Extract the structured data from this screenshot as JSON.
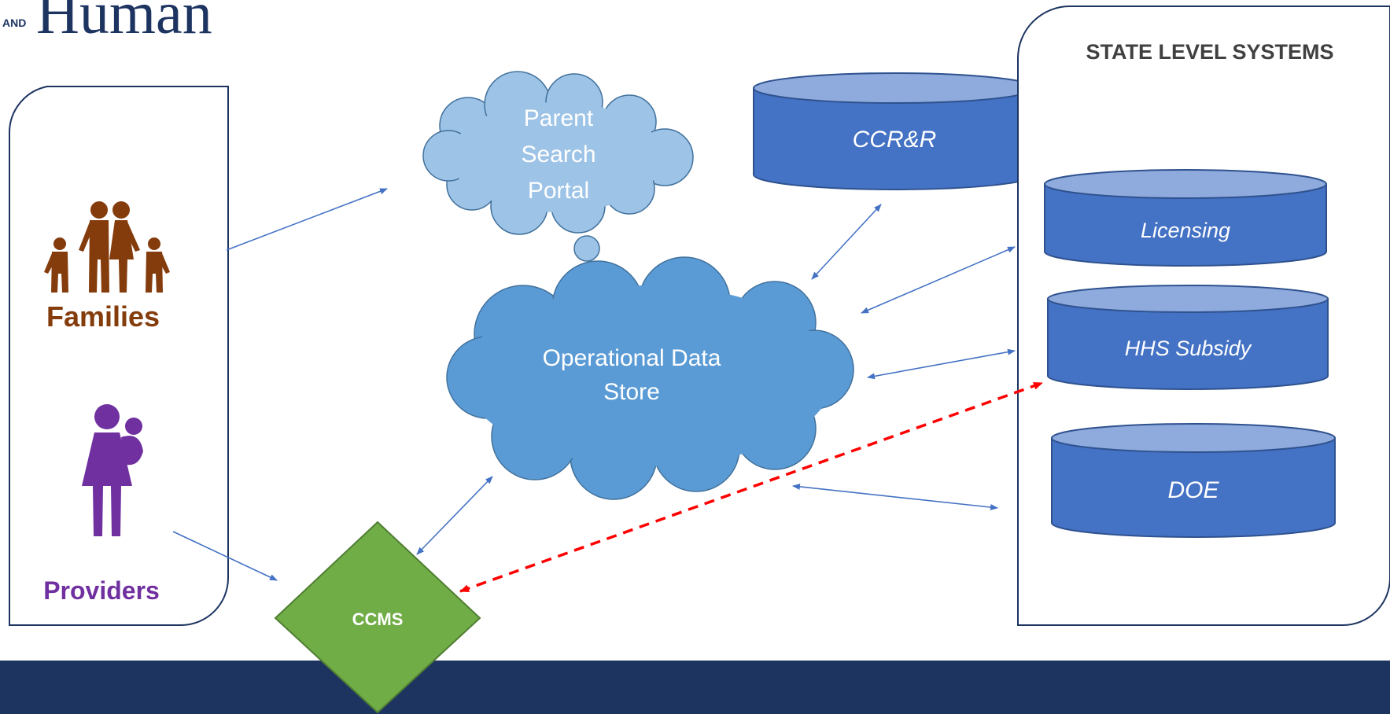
{
  "header": {
    "logo_prefix": "AND",
    "logo_word": "Human"
  },
  "colors": {
    "navy": "#1d3461",
    "db_fill": "#4472c4",
    "db_top": "#8faadc",
    "db_stroke": "#2f528f",
    "cloud_light": "#9dc3e6",
    "cloud_dark": "#5b9bd5",
    "diamond": "#70ad47",
    "families": "#843c0c",
    "providers": "#7030a0",
    "arrow": "#4472c4",
    "dashed_arrow": "#ff0000"
  },
  "left_panel": {
    "families": {
      "icon": "family-icon",
      "label": "Families"
    },
    "providers": {
      "icon": "mother-child-icon",
      "label": "Providers"
    }
  },
  "parent_portal": {
    "lines": [
      "Parent",
      "Search",
      "Portal"
    ]
  },
  "ods": {
    "lines": [
      "Operational Data",
      "Store"
    ]
  },
  "ccms": {
    "label": "CCMS"
  },
  "ccrr": {
    "label": "CCR&R"
  },
  "state": {
    "title": "STATE LEVEL SYSTEMS",
    "licensing": "Licensing",
    "subsidy": "HHS Subsidy",
    "doe": "DOE"
  }
}
